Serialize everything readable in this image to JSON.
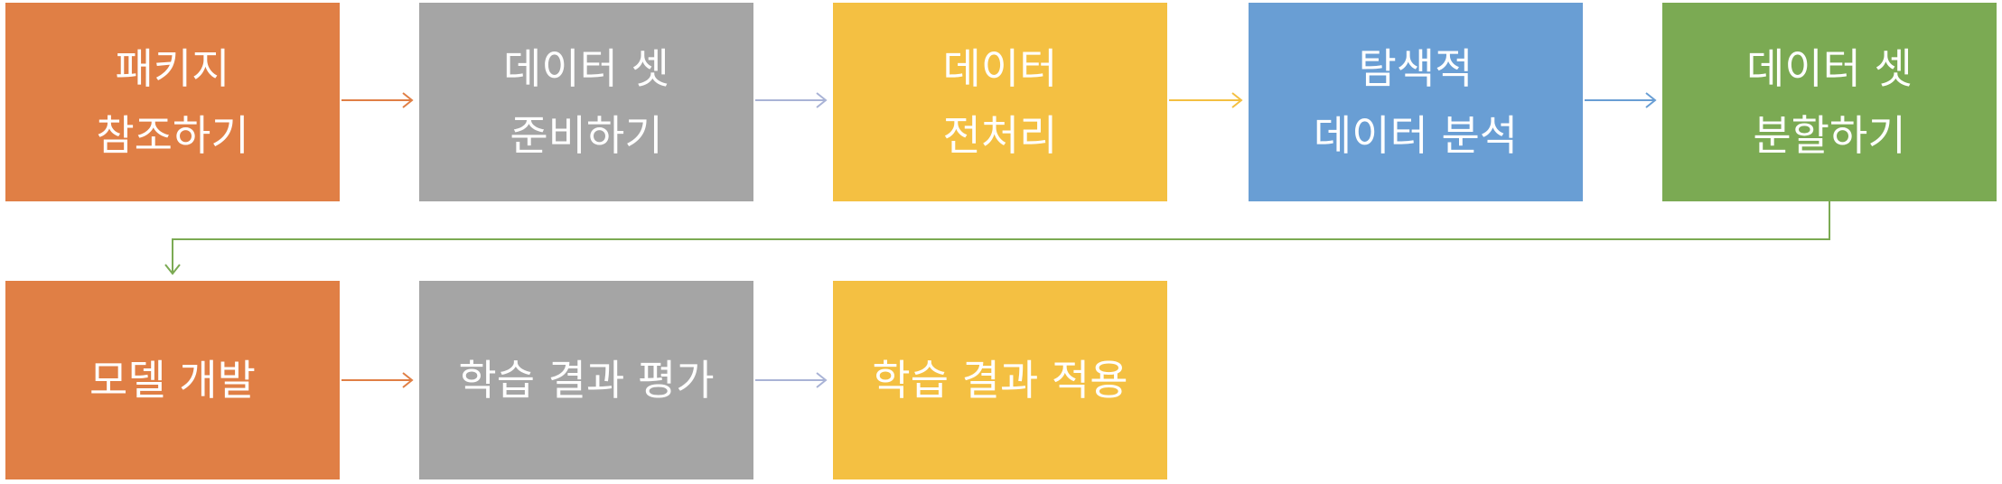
{
  "diagram": {
    "steps": [
      {
        "lines": [
          "패키지",
          "참조하기"
        ],
        "color": "#E07F45"
      },
      {
        "lines": [
          "데이터 셋",
          "준비하기"
        ],
        "color": "#A5A5A5"
      },
      {
        "lines": [
          "데이터",
          "전처리"
        ],
        "color": "#F4C042"
      },
      {
        "lines": [
          "탐색적",
          "데이터 분석"
        ],
        "color": "#699ED4"
      },
      {
        "lines": [
          "데이터 셋",
          "분할하기"
        ],
        "color": "#7BAA53"
      },
      {
        "lines": [
          "모델 개발"
        ],
        "color": "#E07F45"
      },
      {
        "lines": [
          "학습 결과 평가"
        ],
        "color": "#A5A5A5"
      },
      {
        "lines": [
          "학습 결과 적용"
        ],
        "color": "#F4C042"
      }
    ],
    "text_color": "#FFFFFF"
  }
}
